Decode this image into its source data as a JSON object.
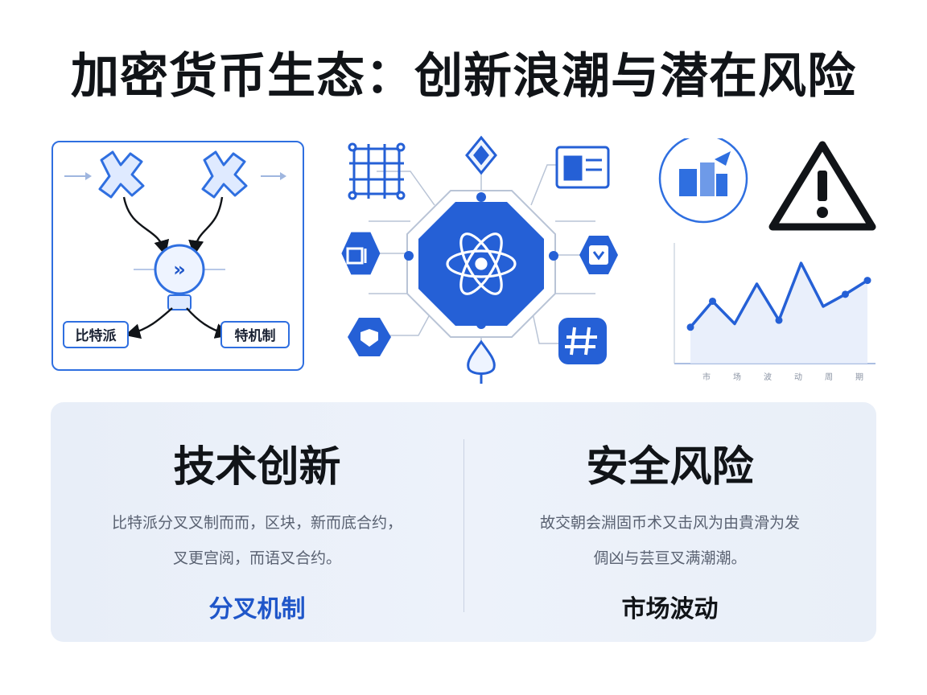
{
  "title": "加密货币生态：创新浪潮与潜在风险",
  "fork_diagram": {
    "left_label": "比特派",
    "right_label": "特机制"
  },
  "hub_diagram": {
    "center_icon": "atom-icon",
    "nodes": [
      "grid-chip-icon",
      "diamond-icon",
      "building-icon",
      "wallet-icon",
      "card-icon",
      "shield-icon",
      "drop-icon",
      "hash-icon"
    ]
  },
  "risk_panel": {
    "alert_icon": "warning-icon",
    "chart_x_labels": [
      "市",
      "场",
      "波",
      "动",
      "周",
      "期"
    ]
  },
  "chart_data": {
    "type": "line",
    "x": [
      1,
      2,
      3,
      4,
      5,
      6,
      7,
      8,
      9
    ],
    "values": [
      2.1,
      3.6,
      2.3,
      4.6,
      2.5,
      5.8,
      3.3,
      4.0,
      4.8
    ],
    "xlabel": "",
    "ylabel": "",
    "grid": false
  },
  "tech_section": {
    "heading": "技术创新",
    "desc_line1": "比特派分叉叉制而而，区块，新而底合约，",
    "desc_line2": "叉更宫阅，而语叉合约。",
    "tag": "分叉机制",
    "tag_color": "#1f56c9"
  },
  "risk_section": {
    "heading": "安全风险",
    "desc_line1": "故交朝会淵固币术又击风为由貴滑为发",
    "desc_line2": "倜凶与芸亘叉满潮潮。",
    "tag": "市场波动",
    "tag_color": "#111418"
  },
  "colors": {
    "primary_blue": "#2f6fe0",
    "deep_blue": "#1f56c9",
    "text_dark": "#111418"
  }
}
